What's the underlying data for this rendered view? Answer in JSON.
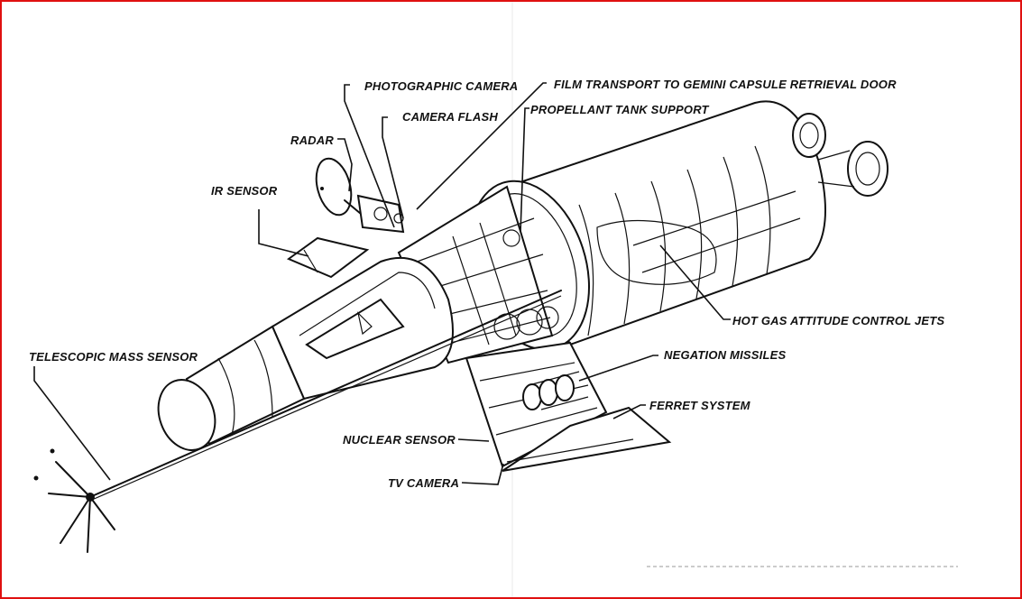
{
  "labels": {
    "photographic_camera": "PHOTOGRAPHIC CAMERA",
    "film_transport": "FILM TRANSPORT TO GEMINI CAPSULE RETRIEVAL DOOR",
    "camera_flash": "CAMERA FLASH",
    "propellant_tank_support": "PROPELLANT TANK SUPPORT",
    "radar": "RADAR",
    "ir_sensor": "IR SENSOR",
    "hot_gas_jets": "HOT GAS ATTITUDE CONTROL JETS",
    "telescopic_mass_sensor": "TELESCOPIC MASS SENSOR",
    "negation_missiles": "NEGATION MISSILES",
    "ferret_system": "FERRET SYSTEM",
    "nuclear_sensor": "NUCLEAR SENSOR",
    "tv_camera": "TV CAMERA"
  },
  "colors": {
    "frame_border": "#e01010",
    "ink": "#111111",
    "background": "#ffffff"
  }
}
